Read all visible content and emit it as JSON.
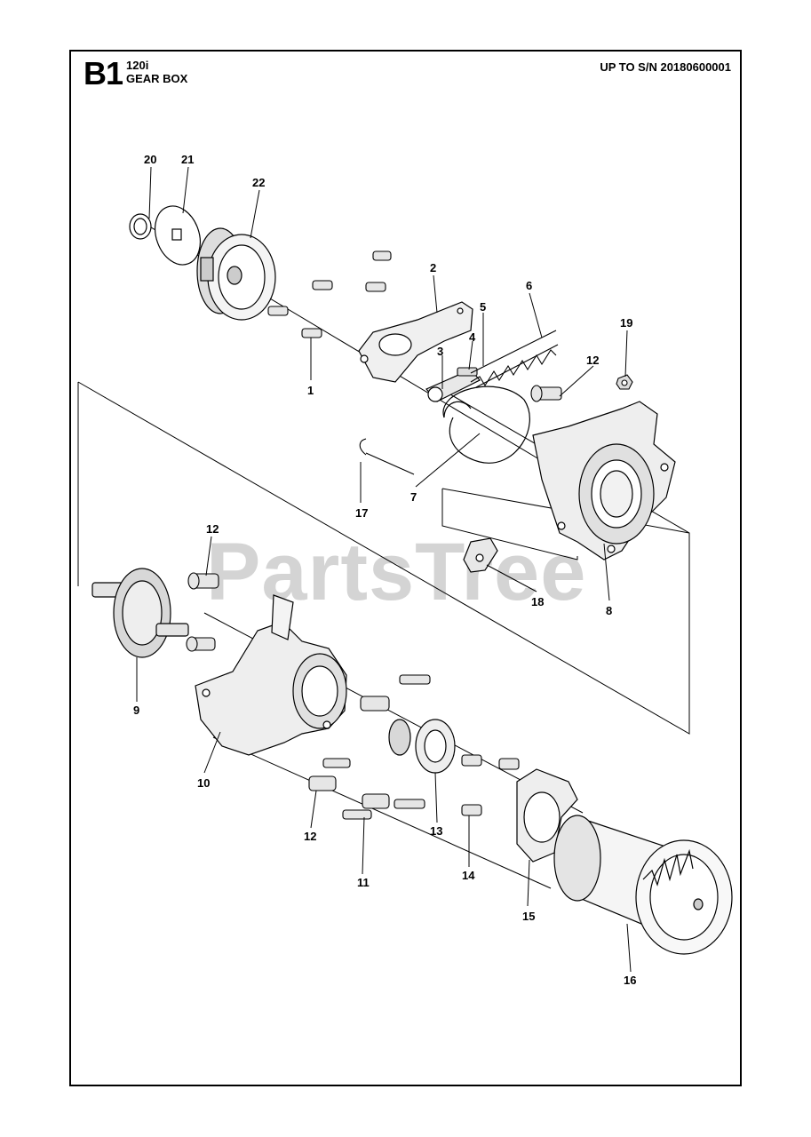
{
  "header": {
    "section_code": "B1",
    "model": "120i",
    "title": "GEAR BOX",
    "serial_note": "UP TO S/N 20180600001"
  },
  "watermark": "PartsTree",
  "callouts": [
    "1",
    "2",
    "3",
    "4",
    "5",
    "6",
    "7",
    "8",
    "9",
    "10",
    "11",
    "12",
    "12",
    "12",
    "13",
    "14",
    "15",
    "16",
    "17",
    "18",
    "19",
    "20",
    "21",
    "22"
  ]
}
